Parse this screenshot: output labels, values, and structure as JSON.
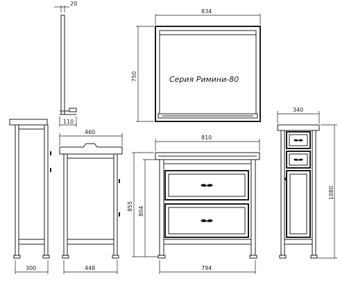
{
  "title": "Серия Римини-80",
  "dimensions": {
    "mirror_depth": "20",
    "mirror_width": "834",
    "mirror_height": "750",
    "mirror_shelf_depth": "110",
    "side_top_depth": "460",
    "sink_width": "810",
    "cabinet_width": "340",
    "side_left_bottom": "300",
    "side_mid_bottom": "448",
    "front_bottom": "794",
    "front_height_outer": "855",
    "front_height_inner": "804",
    "cabinet_height": "1080"
  }
}
